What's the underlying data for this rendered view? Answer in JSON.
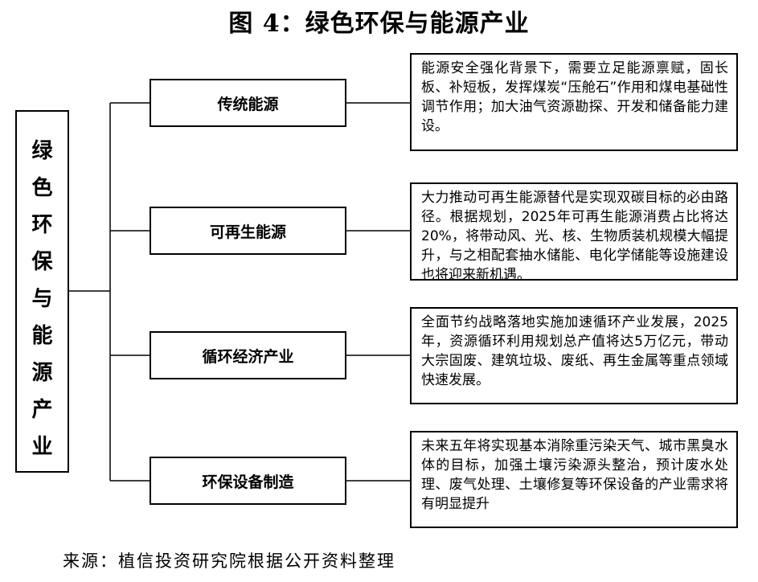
{
  "title": "图 4：绿色环保与能源产业",
  "root": {
    "label": "绿色环保与能源产业"
  },
  "branches": [
    {
      "name": "传统能源",
      "description": "能源安全强化背景下，需要立足能源禀赋，固长板、补短板，发挥煤炭“压舱石”作用和煤电基础性调节作用；加大油气资源勘探、开发和储备能力建设。"
    },
    {
      "name": "可再生能源",
      "description": "大力推动可再生能源替代是实现双碳目标的必由路径。根据规划，2025年可再生能源消费占比将达20%，将带动风、光、核、生物质装机规模大幅提升，与之相配套抽水储能、电化学储能等设施建设也将迎来新机遇。"
    },
    {
      "name": "循环经济产业",
      "description": "全面节约战略落地实施加速循环产业发展，2025年，资源循环利用规划总产值将达5万亿元，带动大宗固废、建筑垃圾、废纸、再生金属等重点领域快速发展。"
    },
    {
      "name": "环保设备制造",
      "description": "未来五年将实现基本消除重污染天气、城市黑臭水体的目标，加强土壤污染源头整治，预计废水处理、废气处理、土壤修复等环保设备的产业需求将有明显提升"
    }
  ],
  "source": "来源：植信投资研究院根据公开资料整理"
}
